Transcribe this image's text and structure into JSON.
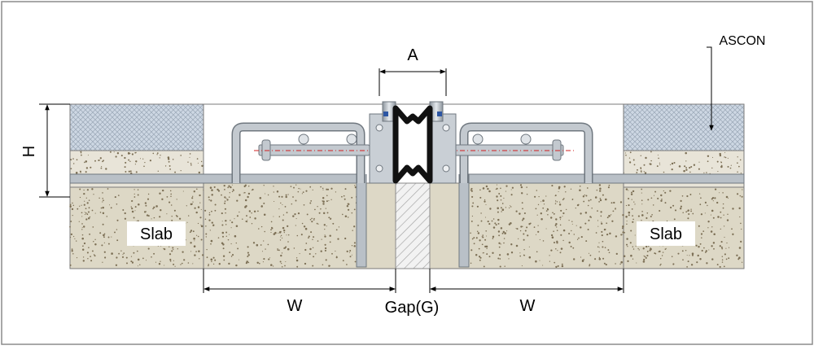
{
  "labels": {
    "dimension_width_left": "W",
    "dimension_width_right": "W",
    "dimension_height": "H",
    "dimension_seal_width": "A",
    "dimension_gap": "Gap(G)",
    "slab_left": "Slab",
    "slab_right": "Slab",
    "surface_layer": "ASCON"
  },
  "colors": {
    "border": "#8c8c8c",
    "ascon": "#cdd7e3",
    "ascon_hatch": "#9aa7b6",
    "concrete_top": "#e8e4d8",
    "slab": "#ddd8c6",
    "speckle": "#7c6f55",
    "steel": "#b9c0c7",
    "steel_dark": "#6f777f",
    "rubber": "#111111",
    "accent_blue": "#2d56a3",
    "gap_hatch": "#d4d4d4",
    "dim_line": "#000000",
    "center_line": "#d22020"
  }
}
